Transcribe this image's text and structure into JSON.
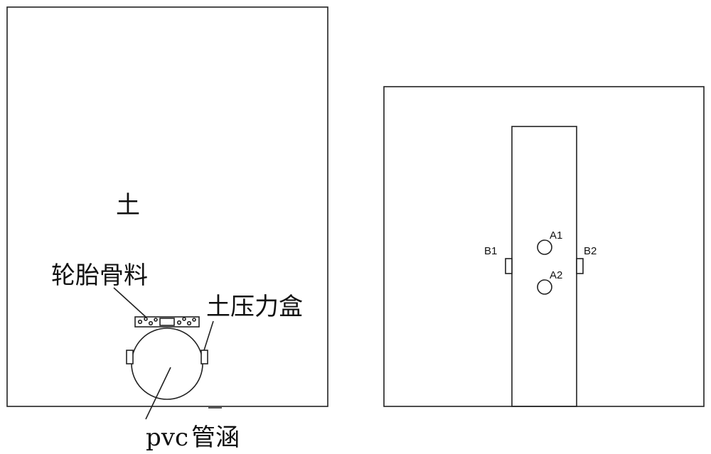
{
  "left_view": {
    "soil_label": "土",
    "tire_aggregate_label": "轮胎骨料",
    "pressure_cell_label": "土压力盒",
    "culvert_label_latin": "pvc",
    "culvert_label_cjk": "管涵"
  },
  "right_view": {
    "labels": {
      "a1": "A1",
      "a2": "A2",
      "b1": "B1",
      "b2": "B2"
    }
  }
}
